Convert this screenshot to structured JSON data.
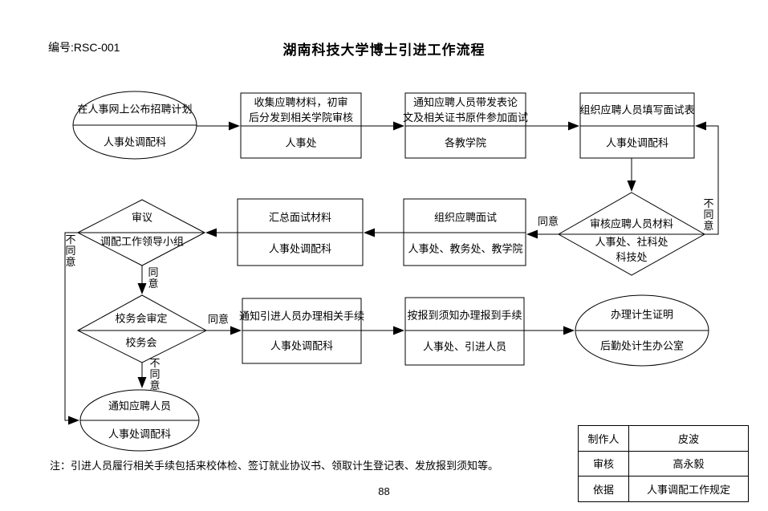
{
  "header": {
    "doc_number": "编号:RSC-001",
    "title": "湖南科技大学博士引进工作流程"
  },
  "flowchart": {
    "nodes": {
      "publish": {
        "shape": "ellipse",
        "top": "在人事网上公布招聘计划",
        "bottom": "人事处调配科"
      },
      "collect": {
        "shape": "rect",
        "top": "收集应聘材料，初审\n后分发到相关学院审核",
        "bottom": "人事处"
      },
      "notify_interview": {
        "shape": "rect",
        "top": "通知应聘人员带发表论\n文及相关证书原件参加面试",
        "bottom": "各教学院"
      },
      "fill_form": {
        "shape": "rect",
        "top": "组织应聘人员填写面试表",
        "bottom": "人事处调配科"
      },
      "review_materials": {
        "shape": "diamond",
        "top": "审核应聘人员材料",
        "bottom": "人事处、社科处\n科技处"
      },
      "organize_interview": {
        "shape": "rect",
        "top": "组织应聘面试",
        "bottom": "人事处、教务处、教学院"
      },
      "summarize": {
        "shape": "rect",
        "top": "汇总面试材料",
        "bottom": "人事处调配科"
      },
      "deliberate": {
        "shape": "diamond",
        "top": "审议",
        "bottom": "调配工作领导小组"
      },
      "council_review": {
        "shape": "diamond",
        "top": "校务会审定",
        "bottom": "校务会"
      },
      "notify_procedures": {
        "shape": "rect",
        "top": "通知引进人员办理相关手续",
        "bottom": "人事处调配科"
      },
      "register": {
        "shape": "rect",
        "top": "按报到须知办理报到手续",
        "bottom": "人事处、引进人员"
      },
      "family_planning": {
        "shape": "ellipse",
        "top": "办理计生证明",
        "bottom": "后勤处计生办公室"
      },
      "notify_applicants": {
        "shape": "ellipse",
        "top": "通知应聘人员",
        "bottom": "人事处调配科"
      }
    },
    "edge_labels": {
      "agree": "同意",
      "disagree": "不同意"
    },
    "line_color": "#000000"
  },
  "footer": {
    "note": "注：引进人员履行相关手续包括来校体检、签订就业协议书、领取计生登记表、发放报到须知等。",
    "page_number": "88"
  },
  "info_table": {
    "rows": [
      {
        "label": "制作人",
        "value": "皮波"
      },
      {
        "label": "审核",
        "value": "高永毅"
      },
      {
        "label": "依据",
        "value": "人事调配工作规定"
      }
    ]
  }
}
